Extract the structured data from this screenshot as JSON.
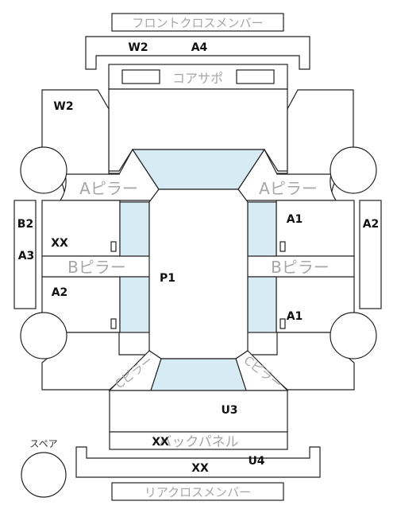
{
  "parts": {
    "front_cross_member": "フロントクロスメンバー",
    "core_support": "コアサポ",
    "a_pillar_left": "Aピラー",
    "a_pillar_right": "Aピラー",
    "b_pillar_left": "Bピラー",
    "b_pillar_right": "Bピラー",
    "c_pillar_left": "Cピラー",
    "c_pillar_right": "Cピラー",
    "back_panel": "バックパネル",
    "rear_cross_member": "リアクロスメンバー",
    "spare": "スペア"
  },
  "grades": {
    "front_member_top": "W2",
    "front_member_a4": "A4",
    "front_left_fender": "W2",
    "left_sill_b2": "B2",
    "left_sill_a3": "A3",
    "front_left_door": "XX",
    "rear_left_door": "A2",
    "roof": "P1",
    "front_right_door": "A1",
    "right_sill": "A2",
    "rear_right_door": "A1",
    "trunk": "U3",
    "back_panel": "XX",
    "rear_floor_u4": "U4",
    "rear_floor_xx": "XX"
  }
}
